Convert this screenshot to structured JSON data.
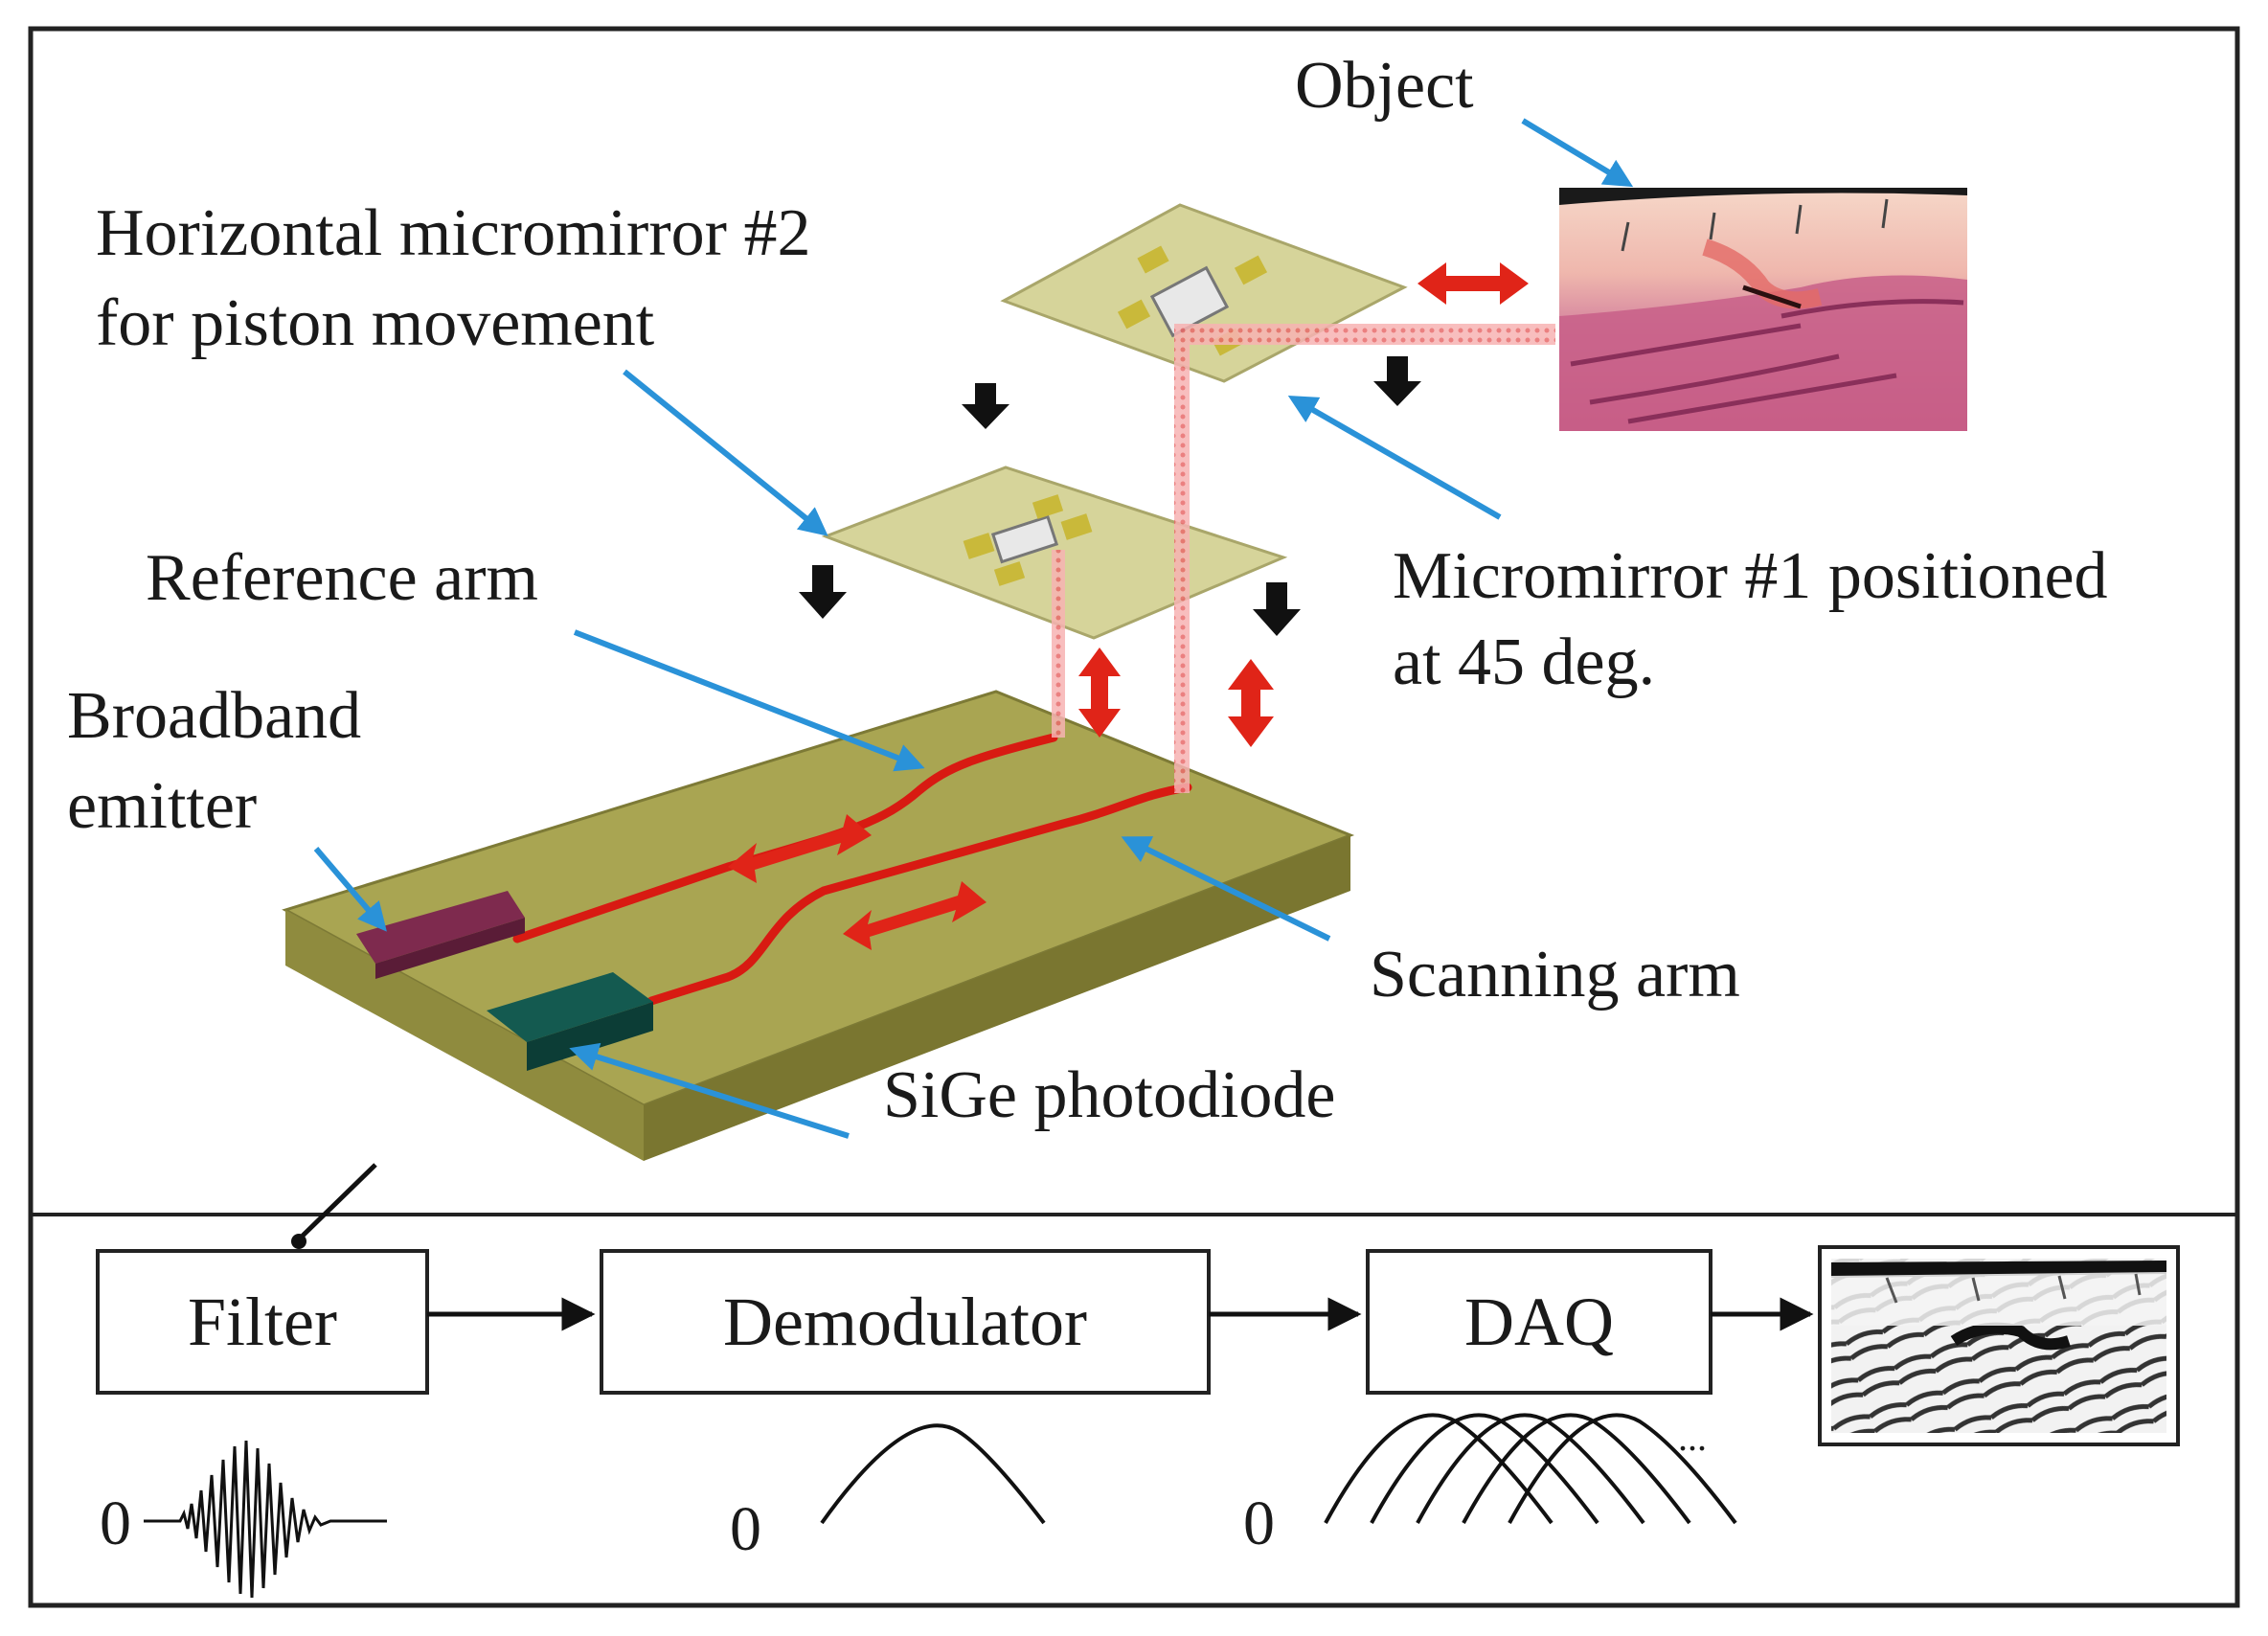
{
  "labels": {
    "object": "Object",
    "micromirror2_line1": "Horizontal micromirror #2",
    "micromirror2_line2": "for piston movement",
    "reference_arm": "Reference arm",
    "micromirror1_line1": "Micromirror #1 positioned",
    "micromirror1_line2": "at 45 deg.",
    "broadband_line1": "Broadband",
    "broadband_line2": "emitter",
    "scanning_arm": "Scanning arm",
    "photodiode": "SiGe photodiode"
  },
  "pipeline": [
    {
      "label": "Filter"
    },
    {
      "label": "Demodulator"
    },
    {
      "label": "DAQ"
    }
  ],
  "signals": {
    "filter_zero": "0",
    "demod_zero": "0",
    "daq_zero": "0",
    "daq_ellipsis": "..."
  },
  "colors": {
    "chip": "#a9a552",
    "chip_side": "#8a8538",
    "waveguide": "#d81a12",
    "mirror_plate": "#d6d49a",
    "light_beam": "#f28a8a",
    "callout_arrow": "#2a92d8",
    "emitter": "#7e2a4e",
    "photodiode": "#145a50"
  }
}
